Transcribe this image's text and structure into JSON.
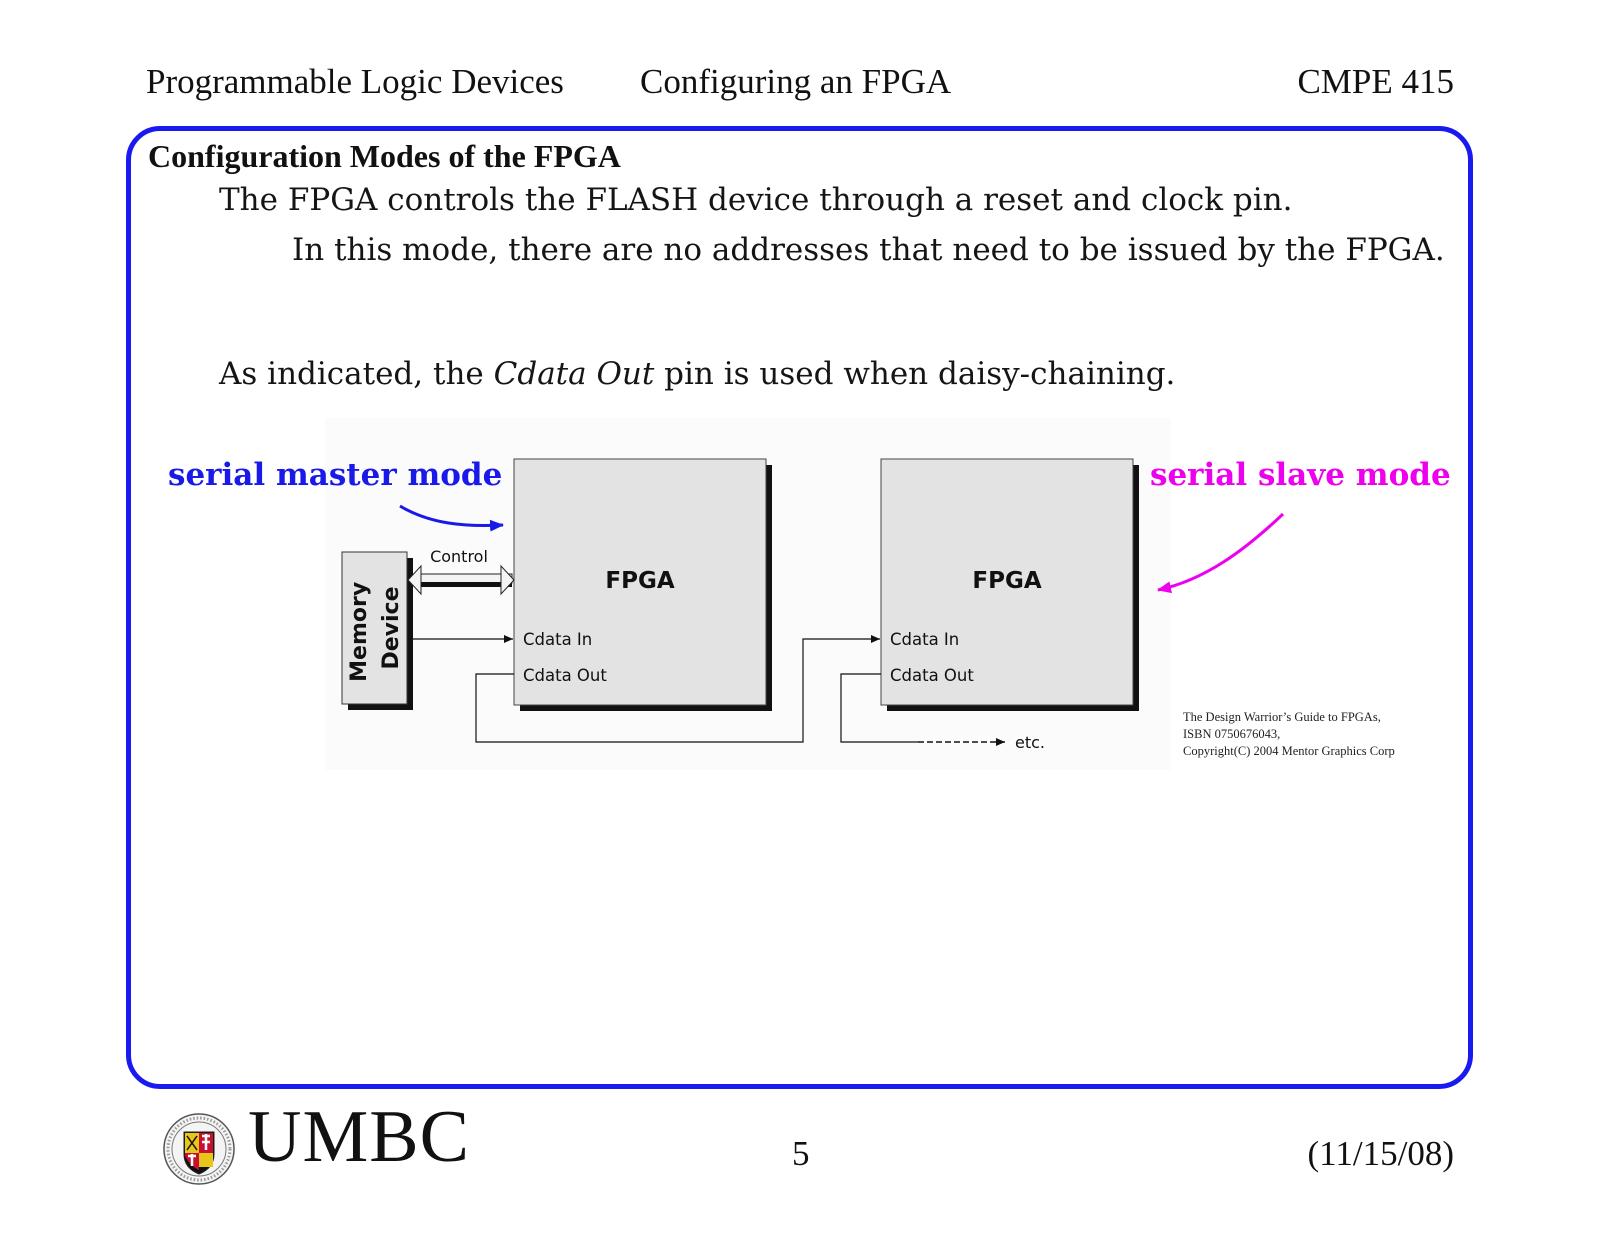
{
  "header": {
    "left": "Programmable Logic Devices",
    "center": "Configuring an FPGA",
    "right": "CMPE 415"
  },
  "slide": {
    "heading": "Configuration Modes of the FPGA",
    "line1": "The FPGA controls the FLASH device through a reset and clock pin.",
    "line2": "In this mode, there are no addresses that need to be issued by the FPGA.",
    "line3_prefix": "As indicated, the ",
    "line3_italic": "Cdata Out",
    "line3_suffix": " pin is used when daisy-chaining."
  },
  "annotations": {
    "master_mode": "serial master mode",
    "slave_mode": "serial slave mode",
    "master_color": "#1a1ae8",
    "slave_color": "#ee00ee"
  },
  "diagram": {
    "memory_line1": "Memory",
    "memory_line2": "Device",
    "control_label": "Control",
    "fpga1_title": "FPGA",
    "fpga2_title": "FPGA",
    "cdata_in": "Cdata In",
    "cdata_out": "Cdata Out",
    "etc_label": "etc."
  },
  "credit": {
    "line1": "The Design Warrior’s Guide to FPGAs,",
    "line2": "ISBN 0750676043,",
    "line3": "Copyright(C) 2004 Mentor Graphics Corp"
  },
  "footer": {
    "logo_text": "UMBC",
    "page_number": "5",
    "date": "(11/15/08)"
  },
  "colors": {
    "frame_border": "#1a1af0",
    "box_fill": "#e3e3e3"
  }
}
